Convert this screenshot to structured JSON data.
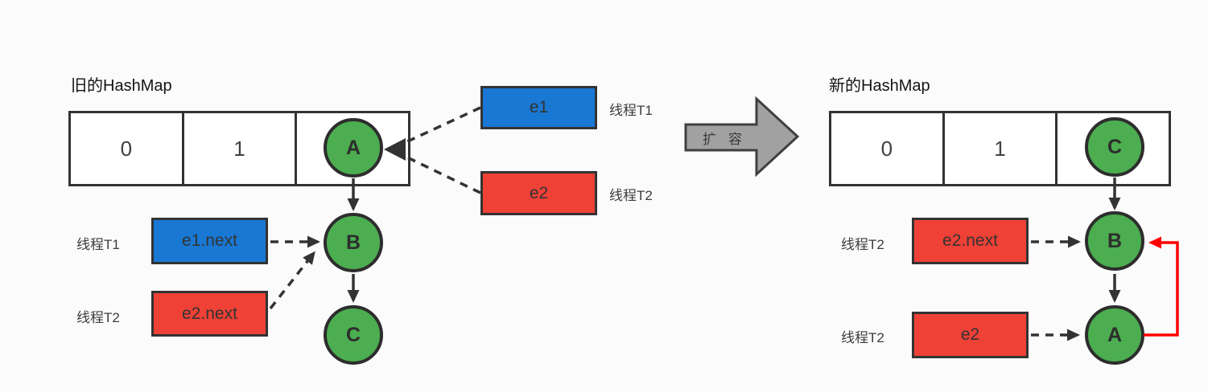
{
  "old": {
    "title": "旧的HashMap",
    "cell0": "0",
    "cell1": "1",
    "nodeA": "A",
    "nodeB": "B",
    "nodeC": "C",
    "e1": {
      "label": "e1",
      "thread": "线程T1"
    },
    "e2": {
      "label": "e2",
      "thread": "线程T2"
    },
    "e1next": {
      "label": "e1.next",
      "thread": "线程T1"
    },
    "e2next": {
      "label": "e2.next",
      "thread": "线程T2"
    }
  },
  "transition": {
    "label": "扩 容"
  },
  "new": {
    "title": "新的HashMap",
    "cell0": "0",
    "cell1": "1",
    "nodeC": "C",
    "nodeB": "B",
    "nodeA": "A",
    "e2next": {
      "label": "e2.next",
      "thread": "线程T2"
    },
    "e2": {
      "label": "e2",
      "thread": "线程T2"
    }
  },
  "colors": {
    "node_green": "#4cae50",
    "pointer_blue": "#1878d3",
    "pointer_red": "#ef4136",
    "cycle_red": "#ff0000",
    "expand_gray": "#a1a1a1",
    "line_dark": "#333333"
  }
}
